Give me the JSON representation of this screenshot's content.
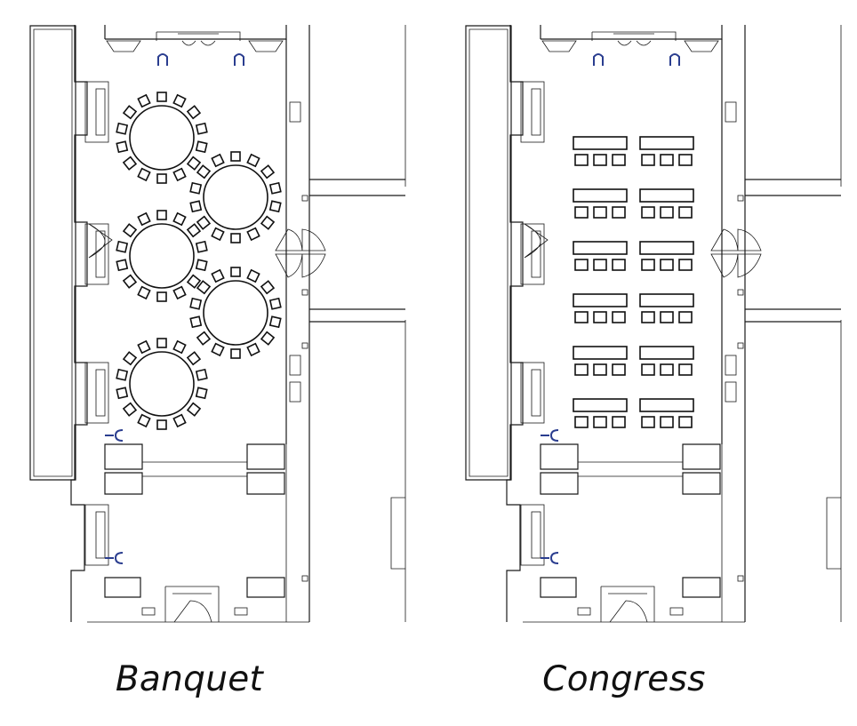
{
  "plans": [
    {
      "label": "Banquet",
      "layout": "round-tables",
      "table_count": 5,
      "chairs_per_table": 14
    },
    {
      "label": "Congress",
      "layout": "rect-tables-rows",
      "table_count": 12,
      "chairs_per_table": 3
    }
  ],
  "colors": {
    "walls": "#1a1a1a",
    "furniture": "#111111",
    "outlets": "#2a3d8f"
  }
}
